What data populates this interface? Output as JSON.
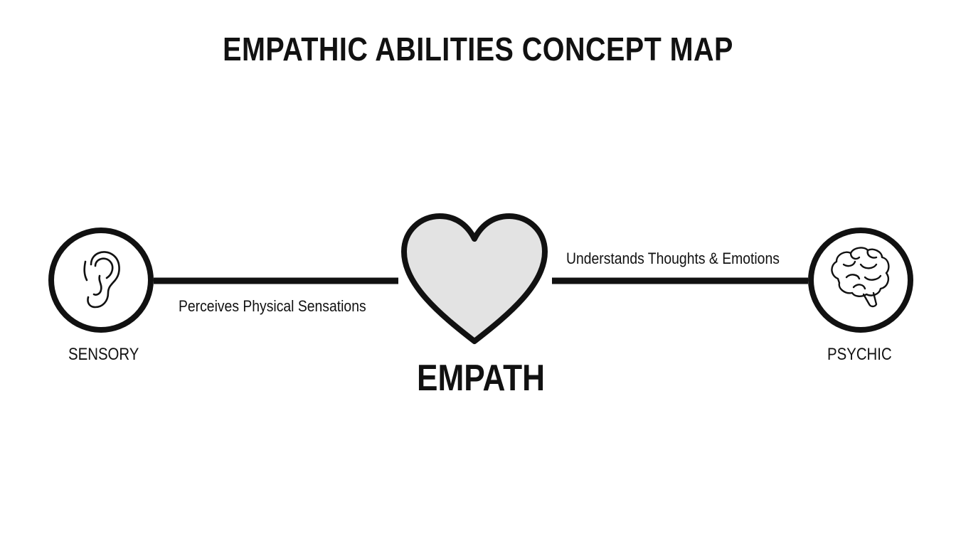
{
  "title": "EMPATHIC ABILITIES CONCEPT MAP",
  "nodes": {
    "left": {
      "label": "SENSORY",
      "icon": "ear-icon"
    },
    "center": {
      "label": "EMPATH",
      "icon": "heart-icon"
    },
    "right": {
      "label": "PSYCHIC",
      "icon": "brain-icon"
    }
  },
  "edges": {
    "left": {
      "label": "Perceives Physical Sensations"
    },
    "right": {
      "label": "Understands Thoughts & Emotions"
    }
  },
  "colors": {
    "stroke": "#111111",
    "heart_fill": "#e3e3e3",
    "background": "#ffffff"
  }
}
